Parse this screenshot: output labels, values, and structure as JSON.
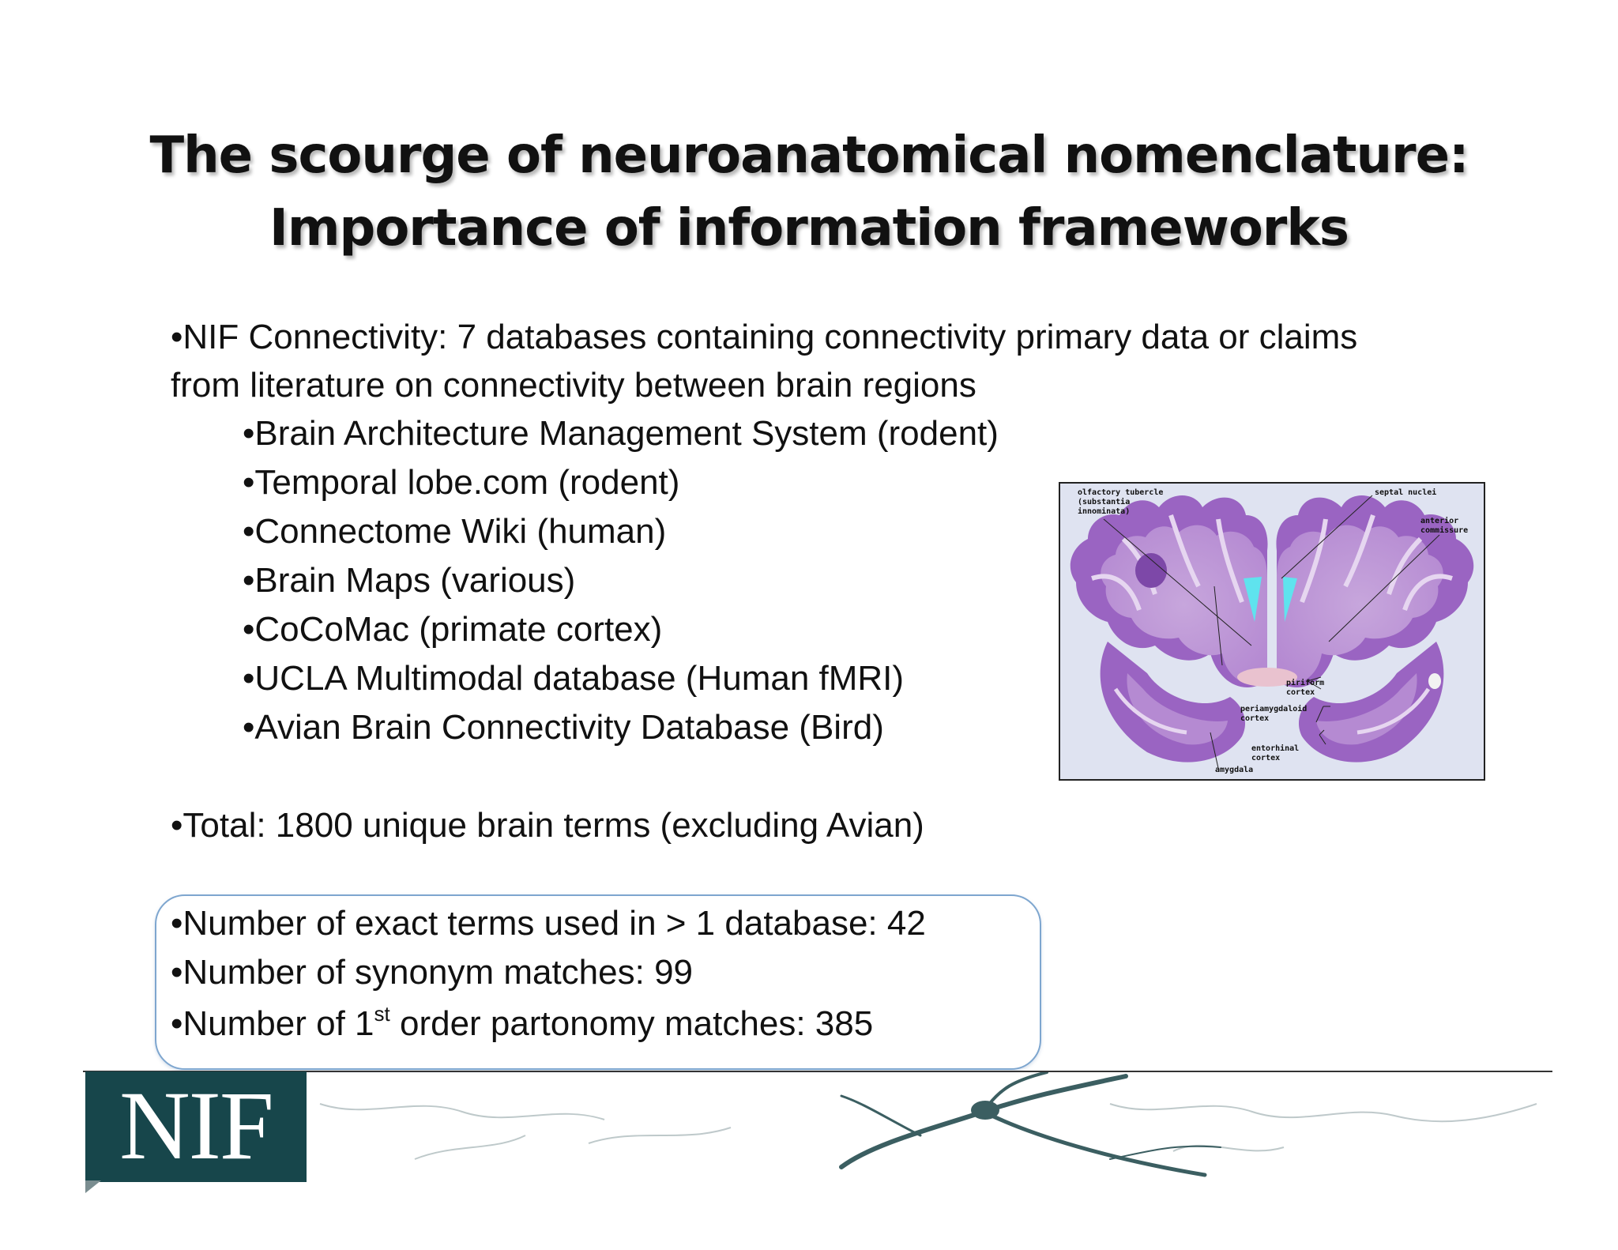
{
  "title": {
    "line1": "The scourge of neuroanatomical nomenclature:",
    "line2": "Importance of information frameworks"
  },
  "intro": {
    "line1": "•NIF Connectivity:  7 databases containing connectivity primary data or claims",
    "line2": "from literature on connectivity between brain regions"
  },
  "databases": [
    "•Brain Architecture Management System (rodent)",
    "•Temporal lobe.com (rodent)",
    "•Connectome Wiki (human)",
    "•Brain Maps (various)",
    "•CoCoMac (primate cortex)",
    "•UCLA Multimodal database (Human fMRI)",
    "•Avian Brain Connectivity Database (Bird)"
  ],
  "total": "•Total:  1800 unique brain terms (excluding Avian)",
  "callout": {
    "exact": "•Number of exact terms used in > 1 database:  42",
    "synonym": "•Number of synonym matches:  99",
    "partonomy_prefix": "•Number of 1",
    "partonomy_sup": "st",
    "partonomy_suffix": " order partonomy matches:  385"
  },
  "brain_image": {
    "labels": {
      "olfactory": "olfactory tubercle\n(substantia\ninnominata)",
      "septal": "septal nuclei",
      "anterior": "anterior\ncommissure",
      "piriform": "piriform\ncortex",
      "periamygdaloid": "periamygdaloid\ncortex",
      "entorhinal": "entorhinal\ncortex",
      "amygdala": "amygdala"
    },
    "colors": {
      "tissue": "#9a64c2",
      "tissue_light": "#c7a6dc",
      "ventricle": "#5fe3ee",
      "background": "#dfe3f1"
    }
  },
  "footer": {
    "logo_text": "NIF",
    "logo_color": "#17464b"
  }
}
